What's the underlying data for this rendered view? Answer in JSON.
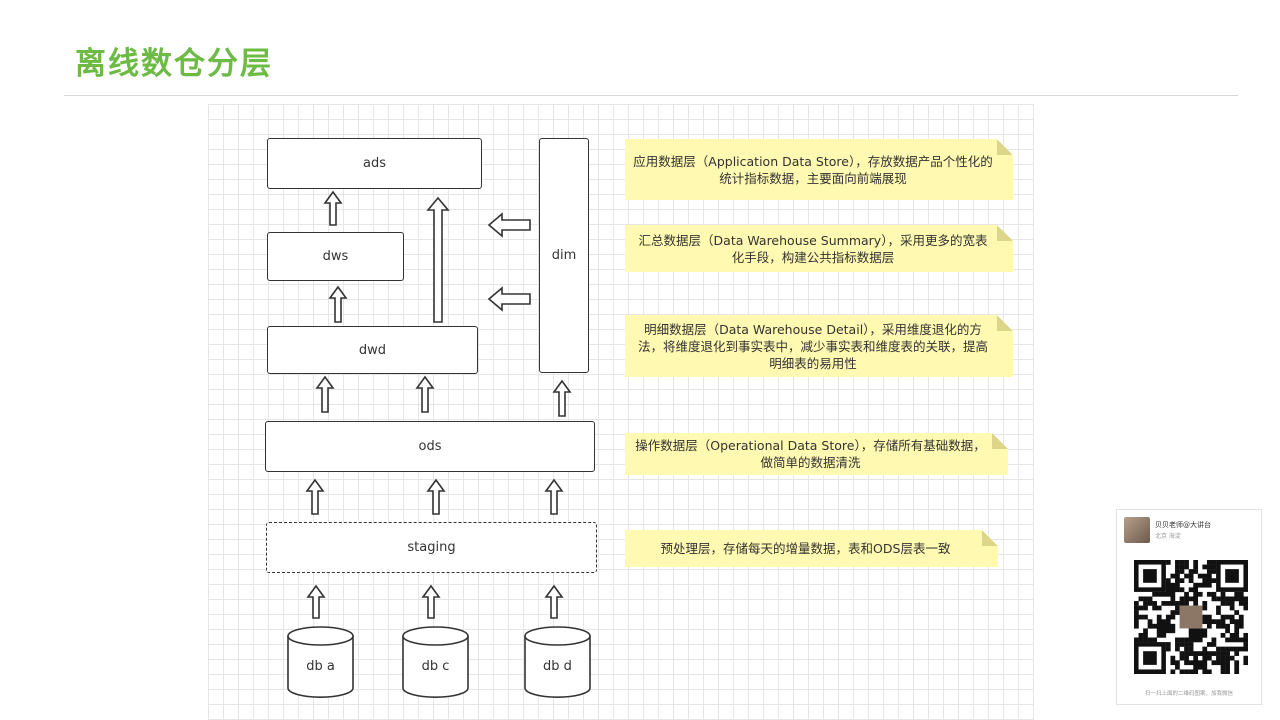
{
  "title": "离线数仓分层",
  "diagram": {
    "layers": {
      "ads": "ads",
      "dws": "dws",
      "dwd": "dwd",
      "ods": "ods",
      "staging": "staging",
      "dim": "dim"
    },
    "sources": [
      "db a",
      "db c",
      "db d"
    ],
    "notes": [
      "应用数据层（Application Data Store），存放数据产品个性化的统计指标数据，主要面向前端展现",
      "汇总数据层（Data Warehouse Summary），采用更多的宽表化手段，构建公共指标数据层",
      "明细数据层（Data Warehouse Detail），采用维度退化的方法，将维度退化到事实表中，减少事实表和维度表的关联，提高明细表的易用性",
      "操作数据层（Operational Data Store），存储所有基础数据，做简单的数据清洗",
      "预处理层，存储每天的增量数据，表和ODS层表一致"
    ]
  },
  "qr_card": {
    "name": "贝贝老师@大讲台",
    "location": "北京 海淀",
    "caption": "扫一扫上面的二维码图案，加我微信"
  },
  "colors": {
    "title": "#6dbb45",
    "note_bg": "#fff9b1",
    "grid": "#e6e6e6"
  }
}
